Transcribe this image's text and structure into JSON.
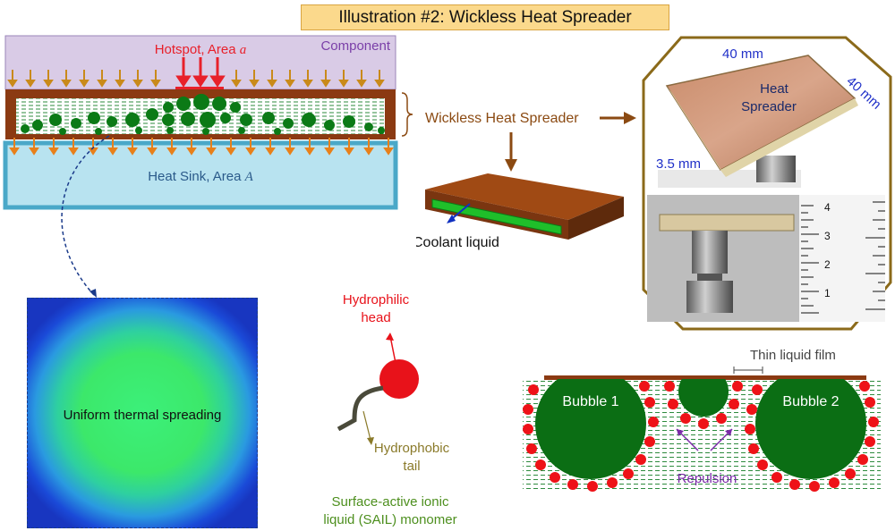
{
  "title": "Illustration #2: Wickless Heat Spreader",
  "labels": {
    "component": "Component",
    "hotspot": "Hotspot, Area ",
    "hotspot_var": "a",
    "heat_sink": "Heat Sink, Area ",
    "heat_sink_var": "A",
    "wickless": "Wickless Heat Spreader",
    "coolant": "Coolant liquid",
    "dim_40a": "40 mm",
    "dim_40b": "40 mm",
    "dim_35": "3.5 mm",
    "photo_label_1": "Heat",
    "photo_label_2": "Spreader",
    "uniform": "Uniform thermal spreading",
    "hydrophilic_1": "Hydrophilic",
    "hydrophilic_2": "head",
    "hydrophobic_1": "Hydrophobic",
    "hydrophobic_2": "tail",
    "sail_1": "Surface-active ionic",
    "sail_2": "liquid (SAIL) monomer",
    "thin_film": "Thin liquid film",
    "bubble1": "Bubble 1",
    "bubble2": "Bubble 2",
    "repulsion": "Repulsion",
    "ruler_nums": [
      "4",
      "3",
      "2",
      "1"
    ]
  },
  "colors": {
    "component": "#d9cbe6",
    "component_text": "#7a3fa8",
    "hotspot": "#e8202a",
    "heat_arrow": "#d08a1a",
    "sink": "#b8e3f0",
    "sink_border": "#4aa8c8",
    "spreader": "#8b3a12",
    "bubble": "#0b7a16",
    "liquid_line": "#2e8b3e",
    "wickless_text": "#8b4a12",
    "photo_frame": "#8b6a1a",
    "dim_text": "#2030c8",
    "sail_text": "#4d8f1e",
    "hydrophobic_text": "#8a7a2a",
    "repulsion_text": "#7a2aa8",
    "head": "#e8121a"
  }
}
